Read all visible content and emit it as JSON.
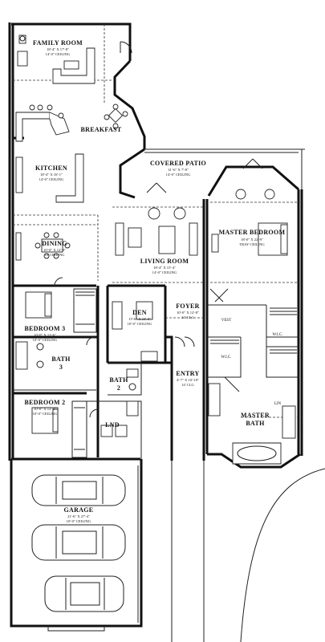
{
  "rooms": {
    "family_room": {
      "name": "FAMILY ROOM",
      "dims": "18'-4\" X 17'-8\"",
      "ceiling": "14'-0\" CEILING"
    },
    "breakfast": {
      "name": "BREAKFAST"
    },
    "kitchen": {
      "name": "KITCHEN",
      "dims": "18'-4\" X 16'-1\"",
      "ceiling": "14'-0\" CEILING"
    },
    "dining": {
      "name": "DINING",
      "dims": "10'-0\" X 12'-8\"",
      "ceiling": "10' CEILING"
    },
    "covered_patio": {
      "name": "COVERED PATIO",
      "dims": "31'-6\" X 7'-8\"",
      "ceiling": "14'-0\" CEILING"
    },
    "living_room": {
      "name": "LIVING ROOM",
      "dims": "18'-4\" X 15'-4\"",
      "ceiling": "14'-0\" CEILING"
    },
    "master_bedroom": {
      "name": "MASTER BEDROOM",
      "dims": "18'-0\" X 22'-9\"",
      "ceiling": "TRAY CEILING"
    },
    "bedroom3": {
      "name": "BEDROOM 3",
      "dims": "10'-0\" X 11'-6\"",
      "ceiling": "10'-0\" CEILING"
    },
    "den": {
      "name": "DEN",
      "dims": "13'-6\" X 10'-0\"",
      "ceiling": "10'-0\" CEILING"
    },
    "foyer": {
      "name": "FOYER",
      "dims": "10'-0\" X 12'-8\"",
      "ceiling": "14' CLG"
    },
    "bath3": {
      "name_line1": "BATH",
      "name_line2": "3"
    },
    "bath2": {
      "name_line1": "BATH",
      "name_line2": "2"
    },
    "entry": {
      "name": "ENTRY",
      "dims": "4'-7\" X 10'-10\"",
      "ceiling": "14' CLG"
    },
    "bedroom2": {
      "name": "BEDROOM 2",
      "dims": "10'-0\" X 12'-0\"",
      "ceiling": "10'-0\" CEILING"
    },
    "lnd": {
      "name": "LND"
    },
    "master_bath": {
      "name_line1": "MASTER",
      "name_line2": "BATH"
    },
    "garage": {
      "name": "GARAGE",
      "dims": "21'-6\" X 27'-4\"",
      "ceiling": "10'-0\" CEILING"
    }
  },
  "labels": {
    "vest": "VEST",
    "wic_left": "W.I.C.",
    "wic_right": "W.I.C.",
    "lin": "LIN"
  }
}
